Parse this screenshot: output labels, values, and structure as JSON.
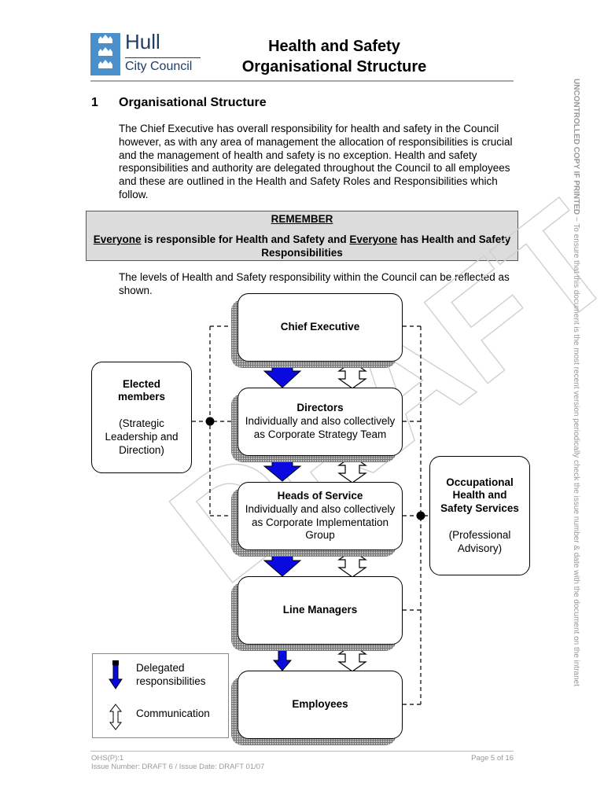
{
  "header": {
    "logo": {
      "name": "Hull",
      "subname": "City Council"
    },
    "title_line1": "Health and Safety",
    "title_line2": "Organisational Structure"
  },
  "section": {
    "number": "1",
    "title": "Organisational Structure",
    "intro": "The Chief Executive has overall responsibility for health and safety in the Council however, as with any area of management the allocation of responsibilities is crucial and the management of health and safety is no exception. Health and safety responsibilities and authority are delegated throughout the Council to all employees and these are outlined in the Health and Safety Roles and Responsibilities which follow.",
    "remember_heading": "REMEMBER",
    "remember_part1": "Everyone",
    "remember_part2": " is responsible for Health and Safety and ",
    "remember_part3": "Everyone",
    "remember_part4": " has Health and Safety Responsibilities",
    "levels_text": "The levels of Health and Safety responsibility within the Council can be reflected as shown."
  },
  "diagram": {
    "chief_executive": "Chief Executive",
    "directors_title": "Directors",
    "directors_desc": "Individually and also collectively as Corporate Strategy Team",
    "heads_title": "Heads of Service",
    "heads_desc": "Individually and also collectively as Corporate Implementation Group",
    "line_managers": "Line Managers",
    "employees": "Employees",
    "elected_title": "Elected members",
    "elected_desc": "(Strategic Leadership and Direction)",
    "ohs_title": "Occupational Health and Safety Services",
    "ohs_desc": "(Professional Advisory)",
    "legend_delegated": "Delegated responsibilities",
    "legend_communication": "Communication",
    "delegated_color": "#0000ff"
  },
  "watermark": "DRAFT",
  "footer": {
    "doc_code": "OHS(P):1",
    "issue": "Issue Number: DRAFT 6 / Issue Date: DRAFT 01/07",
    "page": "Page 5 of 16"
  },
  "side_notice_bold": "UNCONTROLLED COPY IF PRINTED",
  "side_notice_rest": " ~ To ensure that this document is the most recent version periodically check the issue number & date with the document on the intranet"
}
